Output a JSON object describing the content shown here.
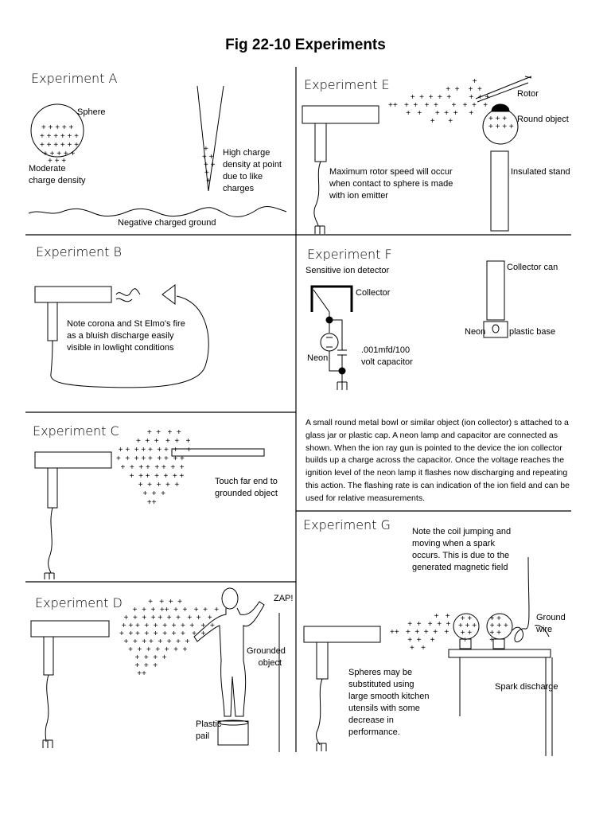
{
  "title": "Fig 22-10 Experiments",
  "experiments": {
    "a": {
      "title": "Experiment A",
      "sphere": "Sphere",
      "moderate": "Moderate charge density",
      "high": "High charge density at point due to like charges",
      "ground": "Negative charged ground"
    },
    "b": {
      "title": "Experiment B",
      "note": "Note corona and St Elmo's fire as a bluish discharge easily visible in lowlight conditions"
    },
    "c": {
      "title": "Experiment C",
      "touch": "Touch far end to grounded object"
    },
    "d": {
      "title": "Experiment D",
      "zap": "ZAP!",
      "grounded": "Grounded object",
      "pail": "Plastic pail"
    },
    "e": {
      "title": "Experiment E",
      "rotor": "Rotor",
      "round": "Round object",
      "stand": "Insulated stand",
      "note": "Maximum rotor speed will occur when contact to sphere is made with ion emitter"
    },
    "f": {
      "title": "Experiment F",
      "detector": "Sensitive ion detector",
      "collector": "Collector",
      "collector_can": "Collector can",
      "neon1": "Neon",
      "neon2": "Neon",
      "plastic_base": "plastic base",
      "capacitor": ".001mfd/100 volt capacitor",
      "description": "A small round metal bowl or similar object (ion collector) s attached to a glass jar or plastic cap.  A neon lamp and capacitor are connected as shown.  When the ion ray gun is pointed to the device the ion collector builds up a charge across the capacitor.  Once the voltage reaches the ignition level of the neon lamp it flashes now discharging and repeating this action.  The flashing rate is can indication of the ion field and can be used for relative measurements."
    },
    "g": {
      "title": "Experiment G",
      "note": "Note the coil jumping and moving when a spark occurs.  This is due to the generated magnetic field",
      "ground_wire": "Ground wire",
      "spark": "Spark discharge",
      "spheres": "Spheres may be substituted using large smooth kitchen utensils with some decrease in performance."
    }
  }
}
